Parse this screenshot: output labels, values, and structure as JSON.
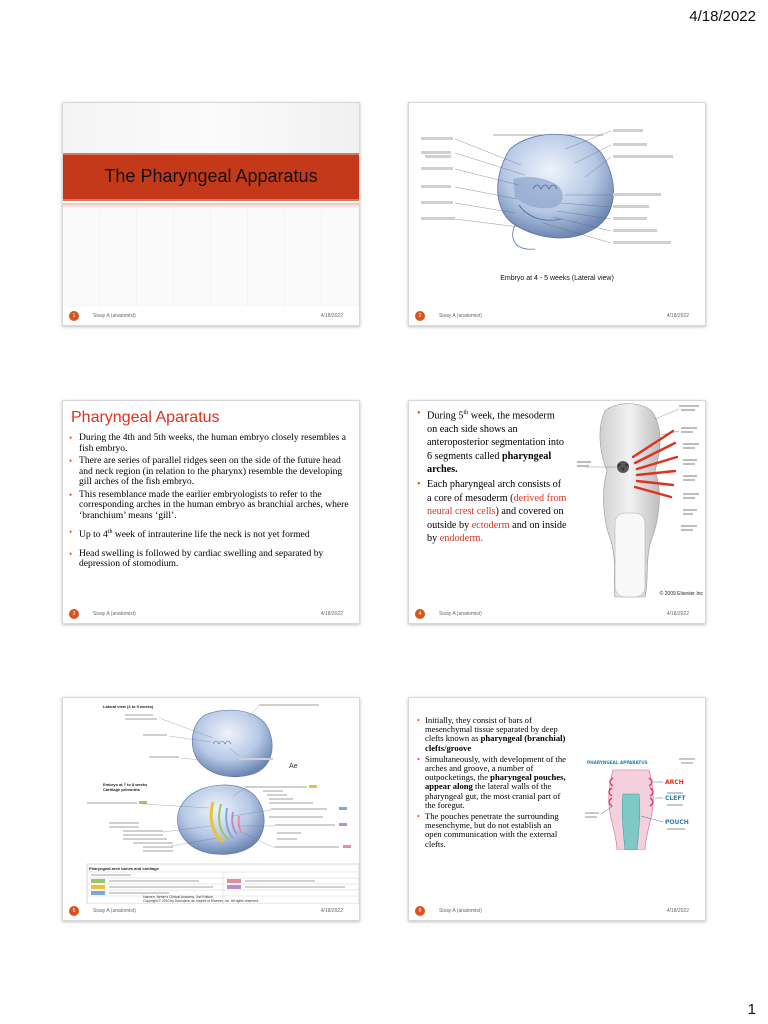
{
  "page": {
    "date": "4/18/2022",
    "number": "1"
  },
  "slides": [
    {
      "number": "1",
      "title": "The Pharyngeal Apparatus",
      "author": "Sisay A (anatomist)",
      "date": "4/18/2022"
    },
    {
      "number": "2",
      "caption": "Embryo at 4 - 5 weeks (Lateral view)",
      "author": "Sisay A (anatomist)",
      "date": "4/18/2022"
    },
    {
      "number": "3",
      "title": "Pharyngeal Aparatus",
      "bullets": [
        "During the 4th and 5th weeks, the human embryo closely resembles a fish embryo.",
        "There are series of parallel ridges seen on the side of the future head and neck region (in relation to the pharynx) resemble the developing gill arches of the fish embryo.",
        "This resemblance made the earlier embryologists to refer to the corresponding arches in the human embryo as branchial arches, where ‘branchium’ means ‘gill’."
      ],
      "bullet4_a": "Up to 4",
      "bullet4_sup": "th",
      "bullet4_b": " week of intrauterine life the neck  is not yet formed",
      "bullet5": " Head swelling is followed by cardiac swelling and separated by depression of stomodium.",
      "author": "Sisay A (anatomist)",
      "date": "4/18/2022"
    },
    {
      "number": "4",
      "p1_a": "During 5",
      "p1_sup": "th",
      "p1_b": " week, the mesoderm on each side shows an anteroposterior segmentation into 6 segments called ",
      "p1_bold": "pharyngeal arches.",
      "p2_a": "Each pharyngeal arch consists of a core of mesoderm (",
      "p2_red1": "derived from neural crest cells",
      "p2_b": ") and covered on outside by ",
      "p2_red2": "ectoderm",
      "p2_c": " and on inside by ",
      "p2_red3": "endoderm.",
      "copyright": "© 2009 Elsevier Inc",
      "author": "Sisay A (anatomist)",
      "date": "4/18/2022"
    },
    {
      "number": "5",
      "fig_title1": "Lateral view (4 to 5 weeks)",
      "fig_title2": "Embryo at 7 to 8 weeks",
      "fig_title3": "Cartilage primordia",
      "table_title": "Pharyngeal arch bones and cartilage",
      "credit1": "Hansen: Netter's Clinical Anatomy, 2nd Edition.",
      "credit2": "Copyright © 2010 by Saunders, an imprint of Elsevier, Inc. All rights reserved.",
      "author": "Sisay A (anatomist)",
      "date": "4/18/2022"
    },
    {
      "number": "6",
      "b1_a": "Initially, they consist of bars of mesenchymal tissue separated by deep clefts known as ",
      "b1_bold": "pharyngeal (branchial) clefts/groove",
      "b2_a": "Simultaneously, with development of the arches and groove, a number of outpocketings, the ",
      "b2_bold": "pharyngeal pouches, appear along",
      "b2_b": " the lateral walls of the pharyngeal gut, the most cranial part of the foregut.",
      "b3": "The pouches penetrate the surrounding mesenchyme, but do not establish an open communication with the external clefts.",
      "fig_title": "PHARYNGEAL APPARATUS",
      "fig_arch": "ARCH",
      "fig_cleft": "CLEFT",
      "fig_pouch": "POUCH",
      "author": "Sisay A (anatomist)",
      "date": "4/18/2022"
    }
  ],
  "colors": {
    "accent": "#d9531e",
    "title_band": "#c4391a",
    "red_text": "#e0301e",
    "embryo": "#b7c9e6"
  }
}
